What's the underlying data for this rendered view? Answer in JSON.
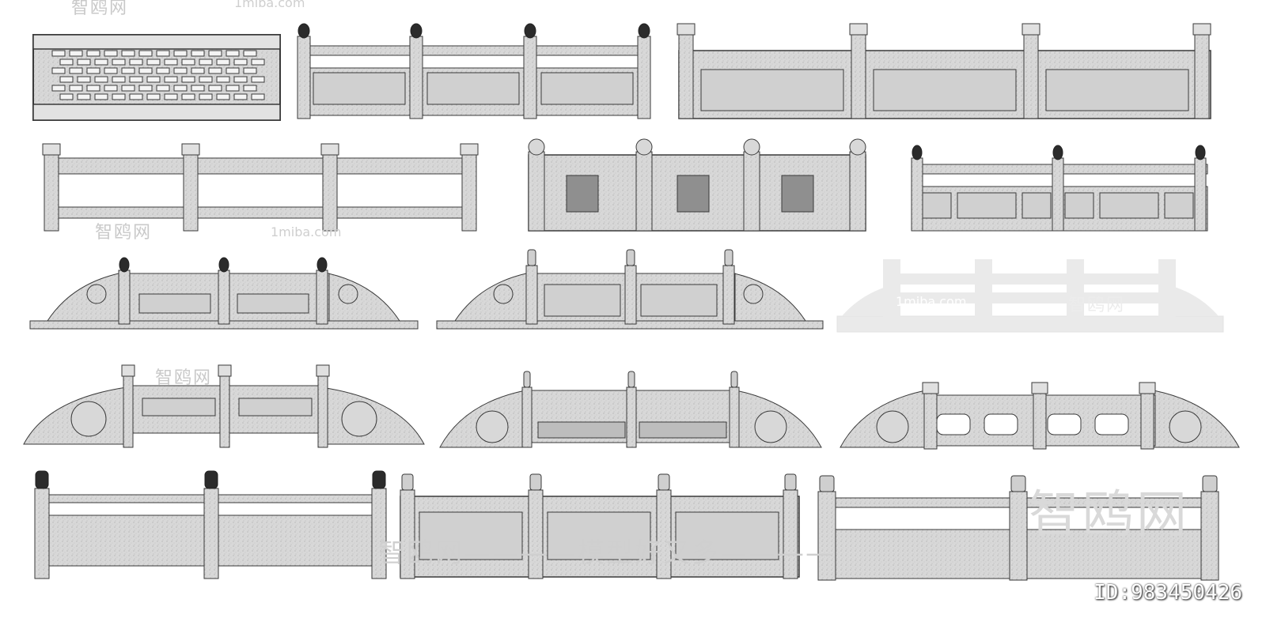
{
  "watermark": {
    "brand": "智鸥网",
    "site": "1miba.com",
    "slogan": "智鸥网————模型好又多————",
    "id_label": "ID:983450426"
  },
  "colors": {
    "stone": "#d6d6d6",
    "stone_dark": "#b8b8b8",
    "outline": "#3a3a3a",
    "cap_dark": "#2b2b2b",
    "panel": "#cfcfcf",
    "background": "#ffffff"
  },
  "railings": [
    {
      "name": "lattice-block-railing",
      "style": "lattice"
    },
    {
      "name": "gourd-post-railing-panels",
      "style": "dark-caps"
    },
    {
      "name": "long-square-post-railing",
      "style": "square-caps"
    },
    {
      "name": "open-frame-railing",
      "style": "open"
    },
    {
      "name": "carved-screen-railing",
      "style": "ornate"
    },
    {
      "name": "flower-rail-railing",
      "style": "dark-caps"
    },
    {
      "name": "scroll-end-railing-carved",
      "style": "scroll-ends"
    },
    {
      "name": "scroll-end-railing-plain",
      "style": "scroll-ends"
    },
    {
      "name": "faded-railing",
      "style": "faded"
    },
    {
      "name": "wheel-end-railing-cloud",
      "style": "wheel-ends"
    },
    {
      "name": "wheel-end-railing-relief",
      "style": "wheel-ends"
    },
    {
      "name": "wheel-end-railing-windows",
      "style": "wheel-ends"
    },
    {
      "name": "drum-cap-railing-relief",
      "style": "drum-caps"
    },
    {
      "name": "ribbed-post-railing-panels",
      "style": "ribbed"
    },
    {
      "name": "ribbed-post-railing-vases",
      "style": "ribbed"
    }
  ]
}
